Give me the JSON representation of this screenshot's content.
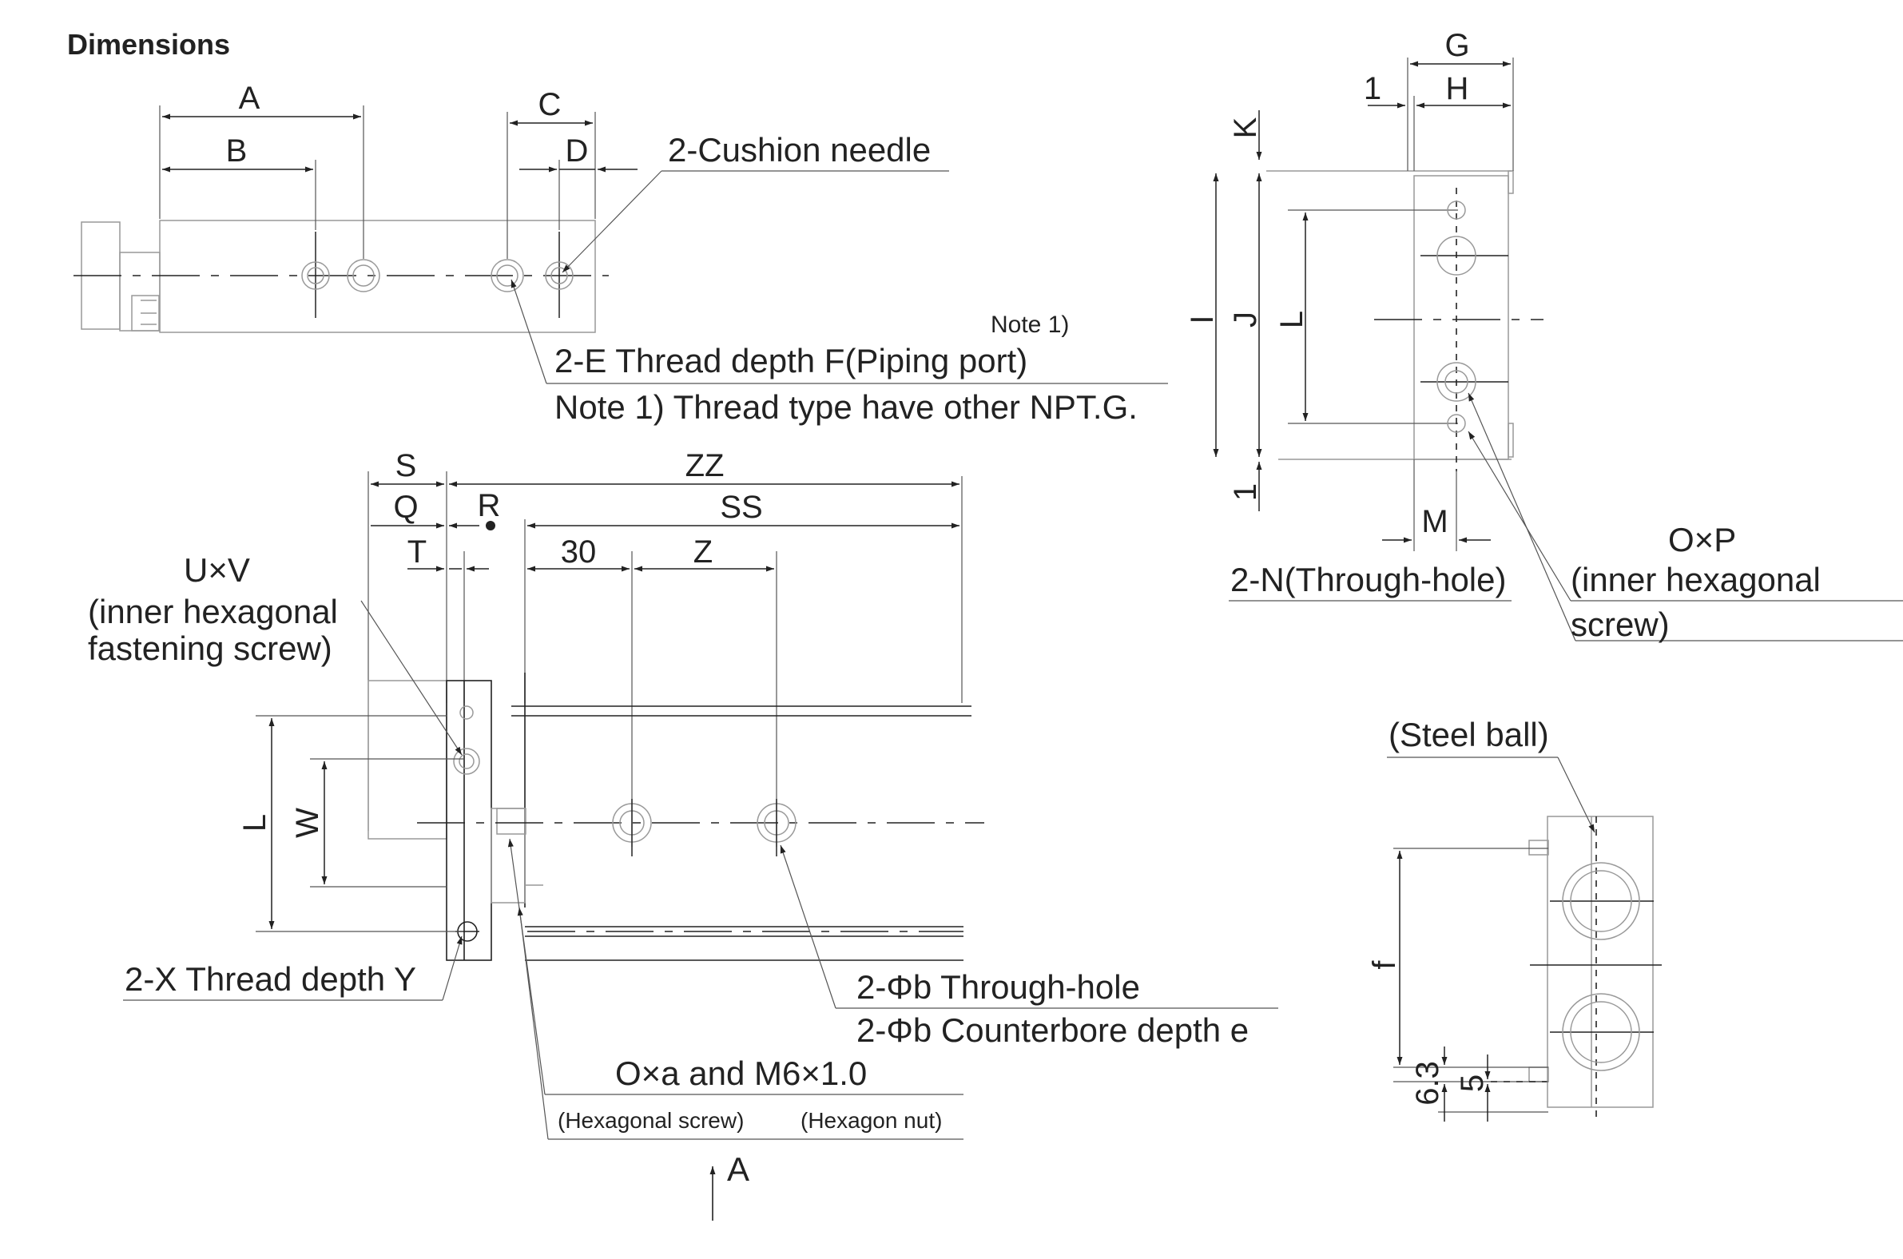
{
  "heading": "Dimensions",
  "top_view": {
    "dims": {
      "A": "A",
      "B": "B",
      "C": "C",
      "D": "D"
    },
    "callouts": {
      "cushion": "2-Cushion needle",
      "port": "2-E Thread depth F(Piping port)",
      "note_ref": "Note 1)",
      "note_text": "Note 1) Thread type have other NPT.G."
    }
  },
  "side_view": {
    "dims": {
      "G": "G",
      "H": "H",
      "one_top": "1",
      "K": "K",
      "I": "I",
      "J": "J",
      "L": "L",
      "one_bottom": "1",
      "M": "M"
    },
    "callouts": {
      "through": "2-N(Through-hole)",
      "oxp": "O×P",
      "oxp_note_1": "(inner hexagonal",
      "oxp_note_2": "screw)"
    }
  },
  "front_view": {
    "dims": {
      "S": "S",
      "ZZ": "ZZ",
      "Q": "Q",
      "R": "R",
      "SS": "SS",
      "T": "T",
      "thirty": "30",
      "Z": "Z",
      "L": "L",
      "W": "W"
    },
    "callouts": {
      "uxv": "U×V",
      "uxv_1": "(inner hexagonal",
      "uxv_2": "fastening screw)",
      "x_thread": "2-X Thread depth Y",
      "phi_through": "2-Φb Through-hole",
      "phi_cbore": "2-Φb Counterbore depth e",
      "oxa": "O×a and M6×1.0",
      "hex_screw": "(Hexagonal screw)",
      "hex_nut": "(Hexagon nut)",
      "view_a": "A"
    }
  },
  "detail_view": {
    "steel_ball": "(Steel ball)",
    "f": "f",
    "d63": "6.3",
    "d5": "5"
  }
}
